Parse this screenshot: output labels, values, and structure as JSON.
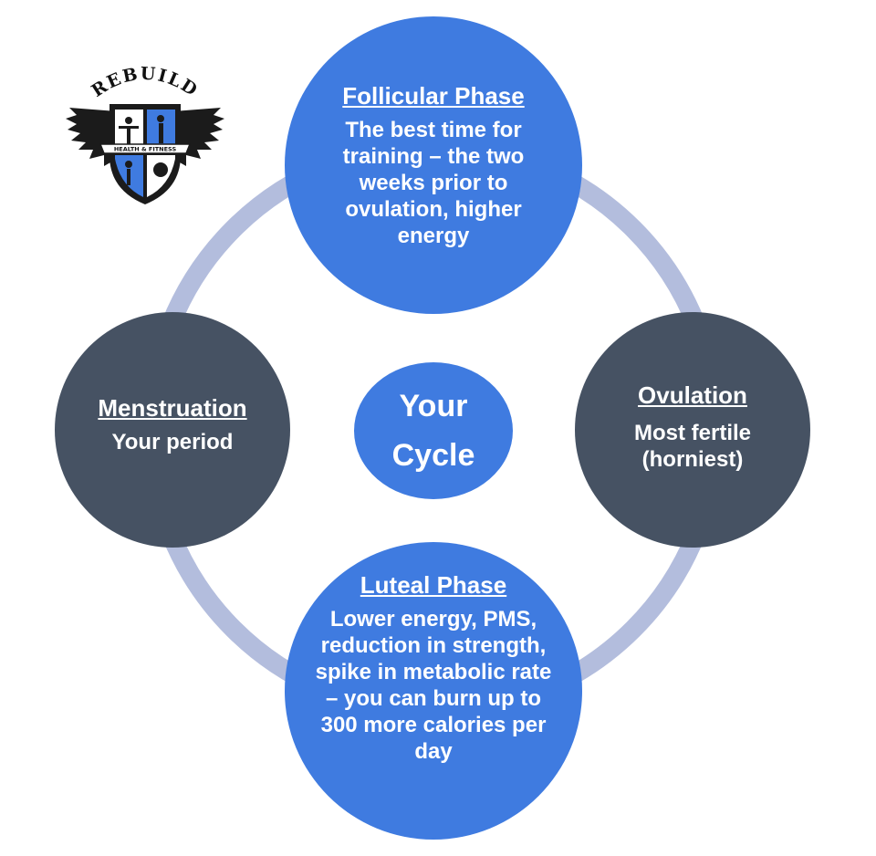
{
  "logo": {
    "brand": "REBUILD",
    "tagline": "HEALTH & FITNESS"
  },
  "diagram": {
    "center": {
      "line1": "Your",
      "line2": "Cycle"
    },
    "nodes": {
      "follicular": {
        "title": "Follicular Phase",
        "description": "The best time for training – the two weeks prior to ovulation, higher energy"
      },
      "ovulation": {
        "title": "Ovulation",
        "description": "Most fertile (horniest)"
      },
      "luteal": {
        "title": "Luteal Phase",
        "description": "Lower energy, PMS, reduction in strength, spike in metabolic rate – you can burn up to 300 more calories per day"
      },
      "menstruation": {
        "title": "Menstruation",
        "description": "Your period"
      }
    }
  },
  "colors": {
    "phase_blue": "#3f7be0",
    "phase_slate": "#465263",
    "ring": "#b3bddd"
  }
}
